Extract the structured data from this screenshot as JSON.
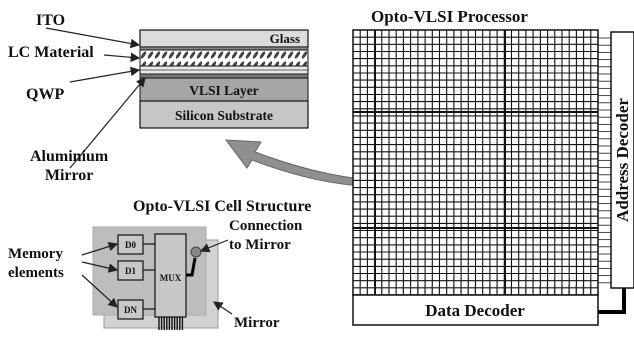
{
  "cell_structure": {
    "caption": "Opto-VLSI Cell Structure",
    "labels": {
      "ito": "ITO",
      "lc_material": "LC Material",
      "qwp": "QWP",
      "mirror_line1": "Aluminium",
      "mirror_line2": "Mirror"
    },
    "layers": {
      "glass": "Glass",
      "vlsi": "VLSI Layer",
      "substrate": "Silicon Substrate"
    }
  },
  "processor": {
    "title": "Opto-VLSI Processor",
    "address_decoder": "Address Decoder",
    "data_decoder": "Data Decoder"
  },
  "pixel_circuit": {
    "memory_line1": "Memory",
    "memory_line2": "elements",
    "d0": "D0",
    "d1": "D1",
    "dn": "DN",
    "mux": "MUX",
    "connection_line1": "Connection",
    "connection_line2": "to Mirror",
    "mirror": "Mirror"
  },
  "colors": {
    "glass": "#d9d9d9",
    "lc_hatch": "#555555",
    "vlsi": "#a6a6a6",
    "substrate": "#c6c6c6",
    "arrow": "#8c8c8c",
    "circuit_bg": "#bdbdbd",
    "grid": "#111111"
  }
}
